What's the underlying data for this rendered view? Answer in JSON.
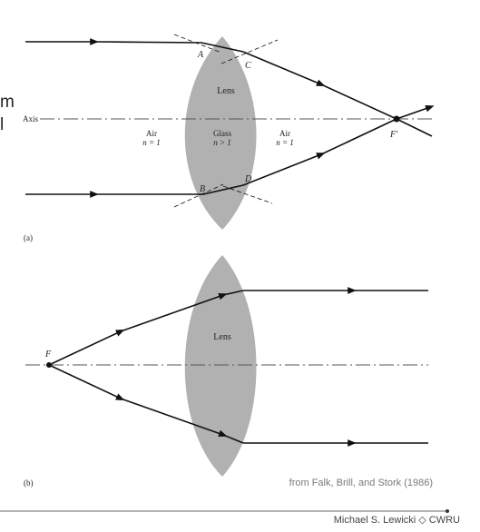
{
  "left_fragments": [
    "m",
    "l"
  ],
  "panel_a": {
    "panel_label": "(a)",
    "lens_label": "Lens",
    "axis_label": "Axis",
    "media": [
      {
        "name": "Air",
        "index": "n = 1"
      },
      {
        "name": "Glass",
        "index": "n > 1"
      },
      {
        "name": "Air",
        "index": "n = 1"
      }
    ],
    "points": {
      "A": "A",
      "B": "B",
      "C": "C",
      "D": "D",
      "focus": "F′"
    }
  },
  "panel_b": {
    "panel_label": "(b)",
    "lens_label": "Lens",
    "focus": "F"
  },
  "credit": "from Falk, Brill, and Stork (1986)",
  "footer": "Michael S. Lewicki ◇ CWRU",
  "colors": {
    "lens": "#b1b1b1",
    "ray": "#111111",
    "axis": "#555555",
    "background": "#ffffff"
  }
}
